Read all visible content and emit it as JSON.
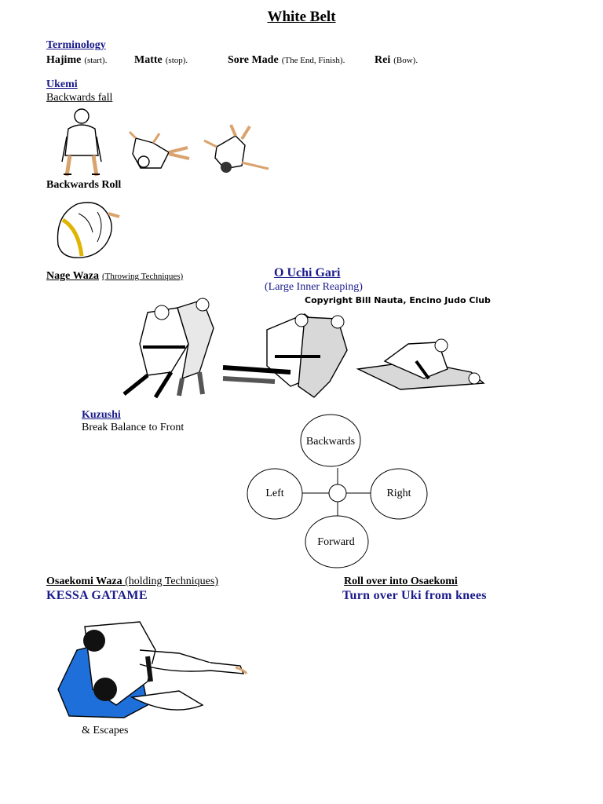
{
  "page_title": "White Belt",
  "terminology": {
    "heading": "Terminology",
    "terms": [
      {
        "word": "Hajime",
        "meaning": "(start)."
      },
      {
        "word": "Matte",
        "meaning": "(stop)."
      },
      {
        "word": "Sore Made",
        "meaning": "(The End, Finish)."
      },
      {
        "word": "Rei",
        "meaning": "(Bow)."
      }
    ]
  },
  "ukemi": {
    "heading": "Ukemi",
    "backwards_fall": "Backwards fall",
    "backwards_roll": "Backwards Roll"
  },
  "nage_waza": {
    "label": "Nage Waza",
    "sub": "(Throwing Techniques)",
    "technique": "O Uchi Gari",
    "technique_sub": "(Large Inner Reaping)",
    "copyright": "Copyright Bill Nauta, Encino Judo Club"
  },
  "kuzushi": {
    "heading": "Kuzushi",
    "desc": "Break Balance to Front",
    "directions": {
      "top": "Backwards",
      "left": "Left",
      "right": "Right",
      "bottom": "Forward"
    }
  },
  "osaekomi": {
    "label": "Osaekomi Waza",
    "sub": "(holding Techniques)",
    "technique": "KESSA GATAME",
    "escapes": "& Escapes"
  },
  "roll_over": {
    "label": "Roll over into Osaekomi",
    "desc": "Turn over Uki from knees"
  },
  "colors": {
    "heading_blue": "#1a1a8c",
    "gi_blue": "#1e6fd9"
  }
}
